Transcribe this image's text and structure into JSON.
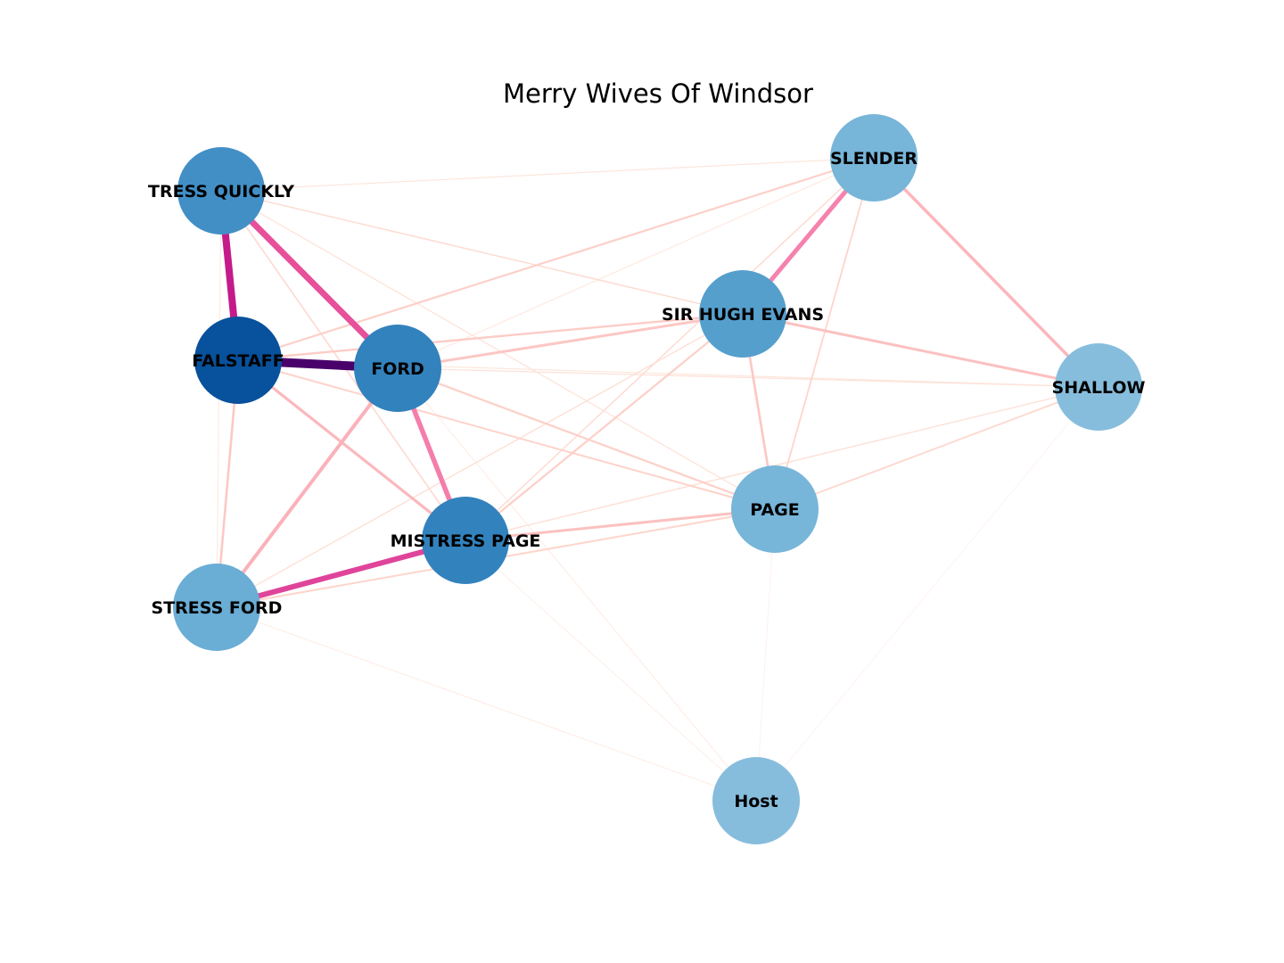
{
  "title": "Merry Wives Of Windsor",
  "chart_data": {
    "type": "network",
    "nodes": [
      {
        "id": "FALSTAFF",
        "label": "FALSTAFF",
        "color": "#08519c"
      },
      {
        "id": "FORD",
        "label": "FORD",
        "color": "#3282bd"
      },
      {
        "id": "MISTRESS PAGE",
        "label": "MISTRESS PAGE",
        "color": "#3282bd"
      },
      {
        "id": "MISTRESS QUICKLY",
        "label": "TRESS QUICKLY",
        "color": "#428fc6"
      },
      {
        "id": "SIR HUGH EVANS",
        "label": "SIR HUGH EVANS",
        "color": "#559fcd"
      },
      {
        "id": "MISTRESS FORD",
        "label": "STRESS FORD",
        "color": "#6aadd5"
      },
      {
        "id": "PAGE",
        "label": "PAGE",
        "color": "#77b5d9"
      },
      {
        "id": "SLENDER",
        "label": "SLENDER",
        "color": "#77b5d9"
      },
      {
        "id": "SHALLOW",
        "label": "SHALLOW",
        "color": "#87bddc"
      },
      {
        "id": "Host",
        "label": "Host",
        "color": "#87bddc"
      }
    ],
    "edges": [
      {
        "source": "FALSTAFF",
        "target": "FORD",
        "color": "#49006a"
      },
      {
        "source": "FALSTAFF",
        "target": "MISTRESS QUICKLY",
        "color": "#c51b8a"
      },
      {
        "source": "MISTRESS QUICKLY",
        "target": "FORD",
        "color": "#e7509b"
      },
      {
        "source": "MISTRESS PAGE",
        "target": "MISTRESS FORD",
        "color": "#e0449a"
      },
      {
        "source": "FORD",
        "target": "MISTRESS PAGE",
        "color": "#f47eaa"
      },
      {
        "source": "SIR HUGH EVANS",
        "target": "SLENDER",
        "color": "#f582ad"
      },
      {
        "source": "FORD",
        "target": "MISTRESS FORD",
        "color": "#fbb1ba"
      },
      {
        "source": "SLENDER",
        "target": "SHALLOW",
        "color": "#fbb6bc"
      },
      {
        "source": "FALSTAFF",
        "target": "MISTRESS PAGE",
        "color": "#fbb8bd"
      },
      {
        "source": "SIR HUGH EVANS",
        "target": "SHALLOW",
        "color": "#fbc1c0"
      },
      {
        "source": "MISTRESS PAGE",
        "target": "PAGE",
        "color": "#fbc1c0"
      },
      {
        "source": "FORD",
        "target": "SIR HUGH EVANS",
        "color": "#fcc7c3"
      },
      {
        "source": "SIR HUGH EVANS",
        "target": "PAGE",
        "color": "#fcc7c3"
      },
      {
        "source": "FALSTAFF",
        "target": "MISTRESS FORD",
        "color": "#fcc9c4"
      },
      {
        "source": "FALSTAFF",
        "target": "SIR HUGH EVANS",
        "color": "#fcccc6"
      },
      {
        "source": "FALSTAFF",
        "target": "SLENDER",
        "color": "#fcd0c8"
      },
      {
        "source": "FORD",
        "target": "PAGE",
        "color": "#fcd0c8"
      },
      {
        "source": "SIR HUGH EVANS",
        "target": "MISTRESS PAGE",
        "color": "#fcd0c8"
      },
      {
        "source": "FALSTAFF",
        "target": "PAGE",
        "color": "#fdd3ca"
      },
      {
        "source": "MISTRESS FORD",
        "target": "PAGE",
        "color": "#fdd5cb"
      },
      {
        "source": "SLENDER",
        "target": "PAGE",
        "color": "#fdd5cb"
      },
      {
        "source": "PAGE",
        "target": "SHALLOW",
        "color": "#fdd7cd"
      },
      {
        "source": "MISTRESS QUICKLY",
        "target": "MISTRESS PAGE",
        "color": "#fdd9cf"
      },
      {
        "source": "MISTRESS QUICKLY",
        "target": "SIR HUGH EVANS",
        "color": "#fddbd1"
      },
      {
        "source": "MISTRESS PAGE",
        "target": "SLENDER",
        "color": "#fddbd1"
      },
      {
        "source": "MISTRESS FORD",
        "target": "SIR HUGH EVANS",
        "color": "#fde0d6"
      },
      {
        "source": "MISTRESS PAGE",
        "target": "SHALLOW",
        "color": "#fde0d6"
      },
      {
        "source": "MISTRESS QUICKLY",
        "target": "PAGE",
        "color": "#fde3d9"
      },
      {
        "source": "FORD",
        "target": "SHALLOW",
        "color": "#fde3d9"
      },
      {
        "source": "MISTRESS QUICKLY",
        "target": "SLENDER",
        "color": "#fde6dc"
      },
      {
        "source": "FALSTAFF",
        "target": "SHALLOW",
        "color": "#fde6dc"
      },
      {
        "source": "MISTRESS QUICKLY",
        "target": "MISTRESS FORD",
        "color": "#fee9df"
      },
      {
        "source": "FORD",
        "target": "SLENDER",
        "color": "#fee9df"
      },
      {
        "source": "MISTRESS FORD",
        "target": "Host",
        "color": "#feebe3"
      },
      {
        "source": "FORD",
        "target": "Host",
        "color": "#feebe3"
      },
      {
        "source": "MISTRESS PAGE",
        "target": "Host",
        "color": "#feeee6"
      },
      {
        "source": "PAGE",
        "target": "Host",
        "color": "#fef0e9"
      },
      {
        "source": "SHALLOW",
        "target": "Host",
        "color": "#fef2ec"
      }
    ]
  }
}
